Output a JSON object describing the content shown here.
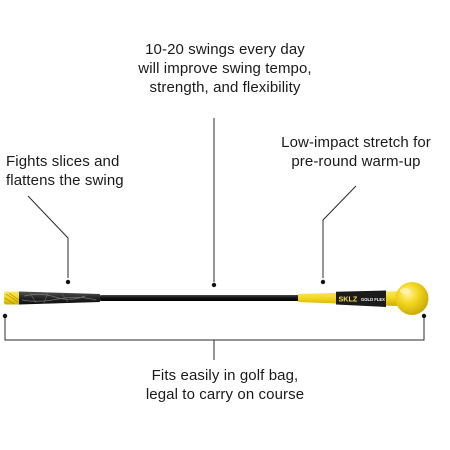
{
  "captions": {
    "top": [
      "10-20 swings every day",
      "will improve swing tempo,",
      "strength, and flexibility"
    ],
    "left": [
      "Fights slices and",
      "flattens the swing"
    ],
    "right": [
      "Low-impact stretch for",
      "pre-round warm-up"
    ],
    "bottom": [
      "Fits easily in golf bag,",
      "legal to carry on course"
    ]
  },
  "product_markings": {
    "brand": "SKLZ",
    "model": "GOLD FLEX"
  },
  "colors": {
    "yellow": "#f2d51c",
    "shaft": "#141414",
    "grip": "#242424",
    "line": "#2b2b2b"
  }
}
